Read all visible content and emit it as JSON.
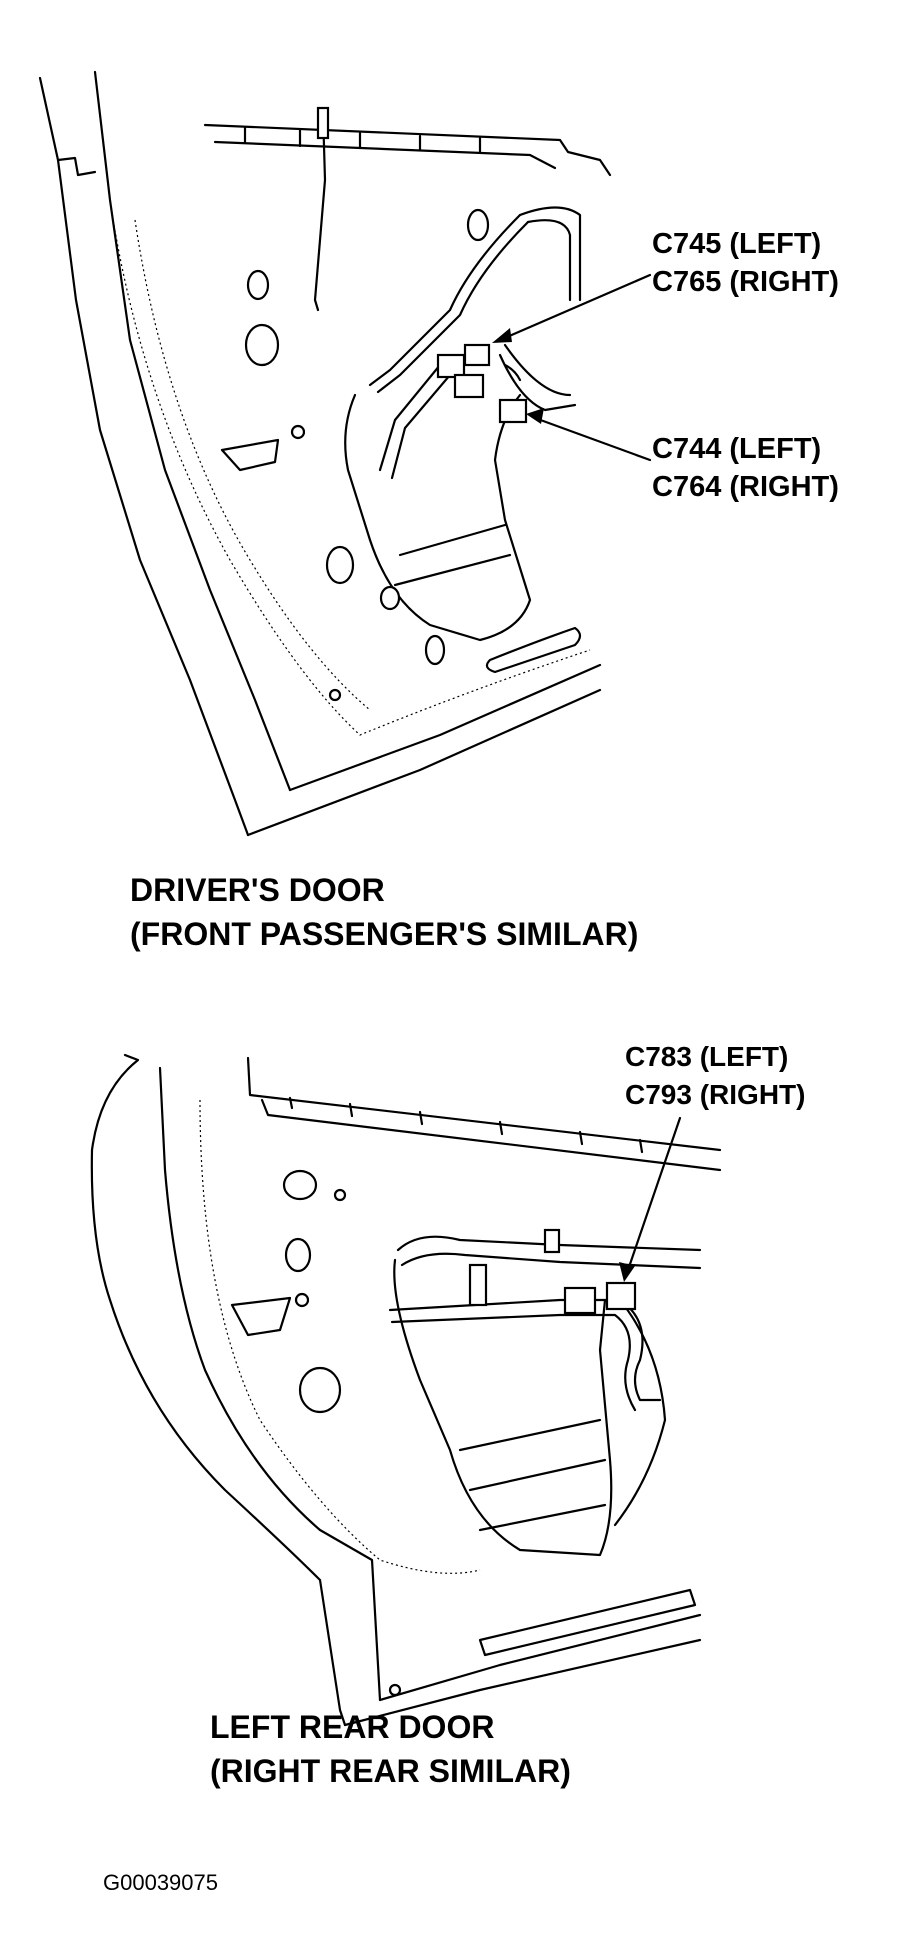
{
  "figures": [
    {
      "callouts": [
        {
          "line1": "C745 (LEFT)",
          "line2": "C765 (RIGHT)"
        },
        {
          "line1": "C744 (LEFT)",
          "line2": "C764 (RIGHT)"
        }
      ],
      "caption": {
        "line1": "DRIVER'S DOOR",
        "line2": "(FRONT PASSENGER'S SIMILAR)"
      }
    },
    {
      "callouts": [
        {
          "line1": "C783 (LEFT)",
          "line2": "C793 (RIGHT)"
        }
      ],
      "caption": {
        "line1": "LEFT REAR DOOR",
        "line2": "(RIGHT REAR SIMILAR)"
      }
    }
  ],
  "figure_id": "G00039075"
}
